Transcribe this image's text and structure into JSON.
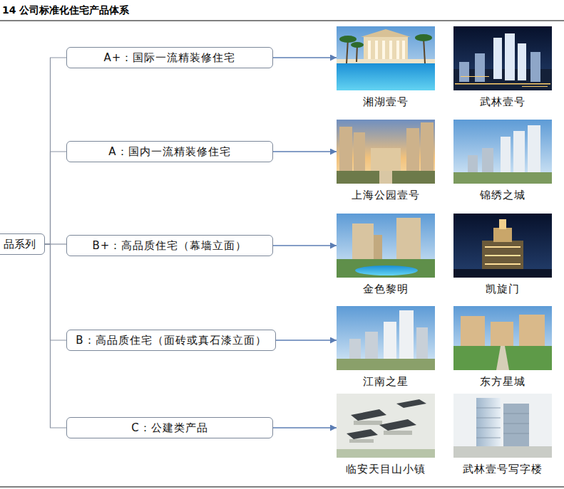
{
  "diagram": {
    "title": "14 公司标准化住宅产品体系",
    "nodes": [
      {
        "text": [
          "品系列"
        ]
      },
      {
        "text": [
          "A+：国际一流精装修住宅"
        ]
      },
      {
        "text": [
          "湘湖壹号"
        ]
      },
      {
        "text": [
          "武林壹号"
        ]
      },
      {
        "text": [
          "A：国内一流精装修住宅"
        ]
      },
      {
        "text": [
          "上海公园壹号"
        ]
      },
      {
        "text": [
          "锦绣之城"
        ]
      },
      {
        "text": [
          "B+：高品质住宅（幕墙立面）"
        ]
      },
      {
        "text": [
          "金色黎明"
        ]
      },
      {
        "text": [
          "凯旋门"
        ]
      },
      {
        "text": [
          "B：高品质住宅（面砖或真石漆立面）"
        ]
      },
      {
        "text": [
          "江南之星"
        ]
      },
      {
        "text": [
          "东方星城"
        ]
      },
      {
        "text": [
          "C：公建类产品"
        ]
      },
      {
        "text": [
          "临安天目山小镇"
        ]
      },
      {
        "text": [
          "武林壹号写字楼"
        ]
      }
    ],
    "edges": [
      {
        "from": 0,
        "to": 1,
        "arrow": "none"
      },
      {
        "from": 0,
        "to": 4,
        "arrow": "none"
      },
      {
        "from": 0,
        "to": 7,
        "arrow": "none"
      },
      {
        "from": 0,
        "to": 10,
        "arrow": "none"
      },
      {
        "from": 0,
        "to": 13,
        "arrow": "none"
      },
      {
        "from": 1,
        "to": 2,
        "arrow": "to"
      },
      {
        "from": 4,
        "to": 5,
        "arrow": "to"
      },
      {
        "from": 7,
        "to": 8,
        "arrow": "to"
      },
      {
        "from": 10,
        "to": 11,
        "arrow": "to"
      },
      {
        "from": 13,
        "to": 14,
        "arrow": "to"
      }
    ]
  }
}
